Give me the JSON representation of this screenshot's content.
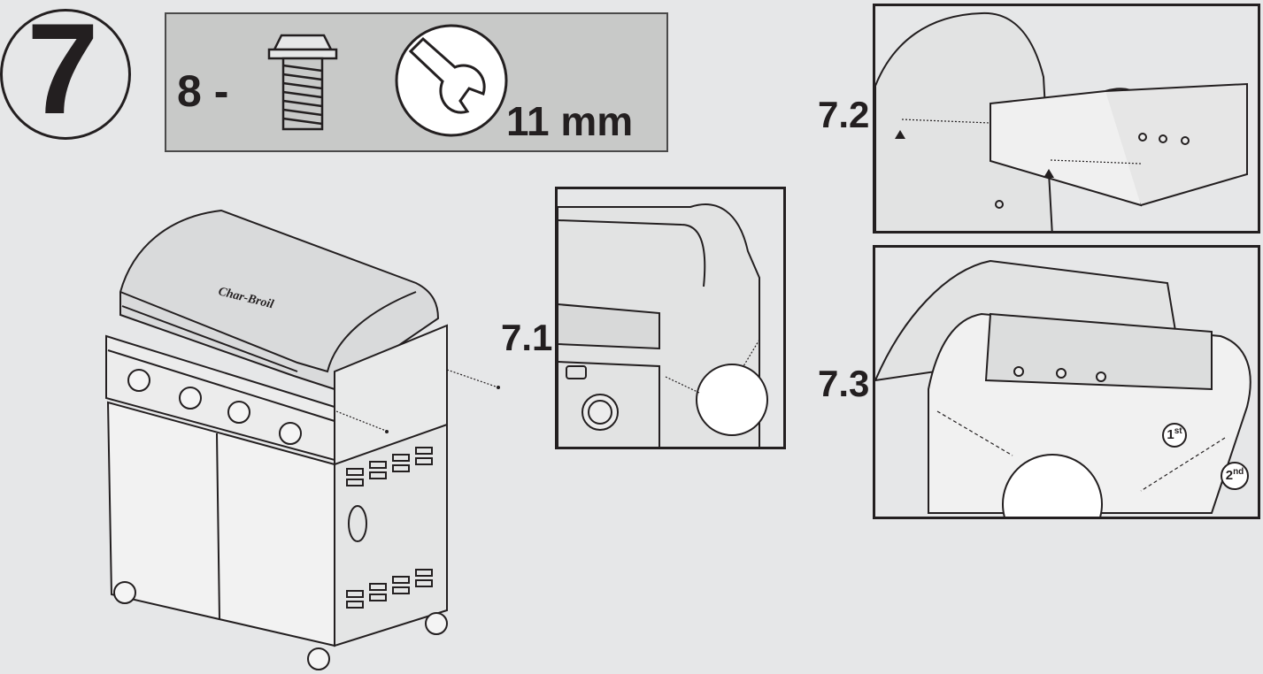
{
  "step": {
    "number": "7"
  },
  "hardware": {
    "quantity_label": "8 -",
    "item": "bolt-icon",
    "tool": "wrench-icon",
    "tool_size": "11 mm"
  },
  "substeps": [
    {
      "label": "7.1"
    },
    {
      "label": "7.2"
    },
    {
      "label": "7.3"
    }
  ],
  "tightening_order": {
    "first": {
      "num": "1",
      "suffix": "st"
    },
    "second": {
      "num": "2",
      "suffix": "nd"
    }
  },
  "brand_logo_text": "Char-Broil",
  "colors": {
    "background": "#e6e7e8",
    "hardware_box": "#c8c9c8",
    "line": "#231f20"
  }
}
